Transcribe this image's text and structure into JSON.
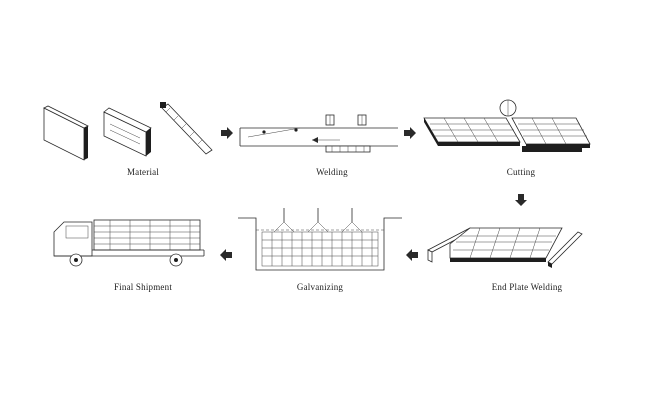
{
  "steps": [
    {
      "id": "material",
      "label": "Material"
    },
    {
      "id": "welding",
      "label": "Welding"
    },
    {
      "id": "cutting",
      "label": "Cutting"
    },
    {
      "id": "end-plate-welding",
      "label": "End Plate Welding"
    },
    {
      "id": "galvanizing",
      "label": "Galvanizing"
    },
    {
      "id": "final-shipment",
      "label": "Final Shipment"
    }
  ],
  "colors": {
    "line": "#2a2a2a",
    "dark_fill": "#1e1e1e",
    "background": "#ffffff"
  }
}
